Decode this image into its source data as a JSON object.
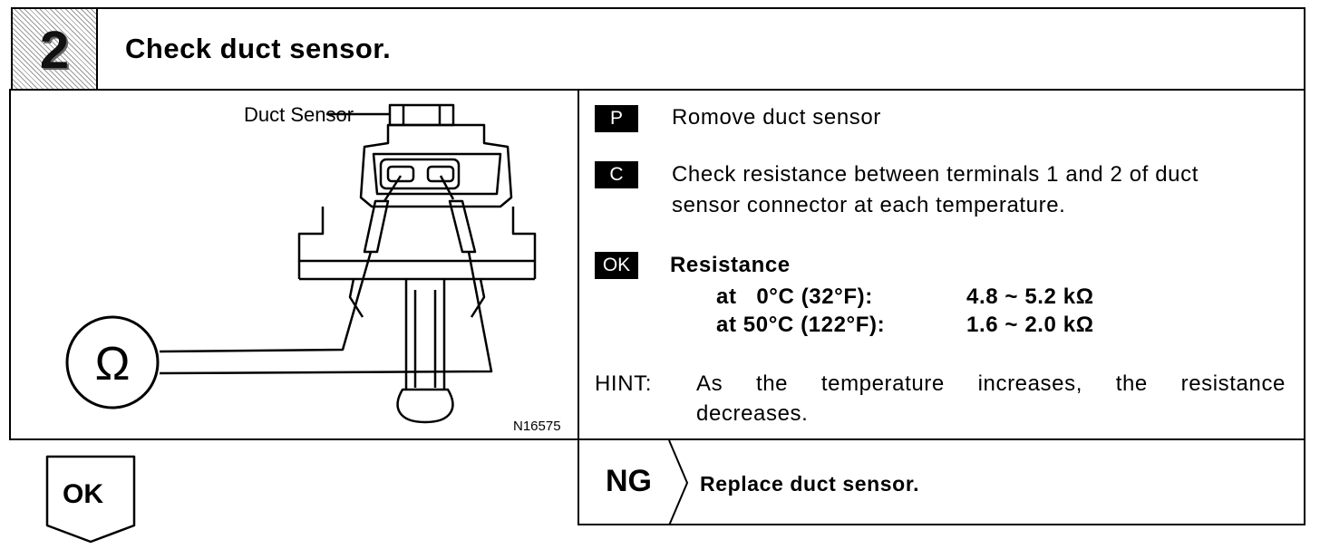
{
  "step": {
    "number": "2",
    "title": "Check duct sensor."
  },
  "figure": {
    "component_label": "Duct Sensor",
    "meter_symbol": "Ω",
    "figure_id": "N16575"
  },
  "procedure": {
    "prepare_badge": "P",
    "prepare_text": "Romove duct sensor",
    "check_badge": "C",
    "check_text_line1": "Check resistance between terminals 1 and 2 of duct",
    "check_text_line2": "sensor connector at each temperature.",
    "ok_badge": "OK",
    "ok_heading": "Resistance",
    "rows": [
      {
        "condition": "at   0°C (32°F):",
        "value": "4.8 ~ 5.2 kΩ"
      },
      {
        "condition": "at 50°C (122°F):",
        "value": "1.6 ~ 2.0 kΩ"
      }
    ],
    "hint_label": "HINT:",
    "hint_line1": "As the temperature increases, the resistance",
    "hint_line2": "decreases."
  },
  "result_ng": {
    "label": "NG",
    "action": "Replace duct sensor."
  },
  "result_ok": {
    "label": "OK"
  }
}
